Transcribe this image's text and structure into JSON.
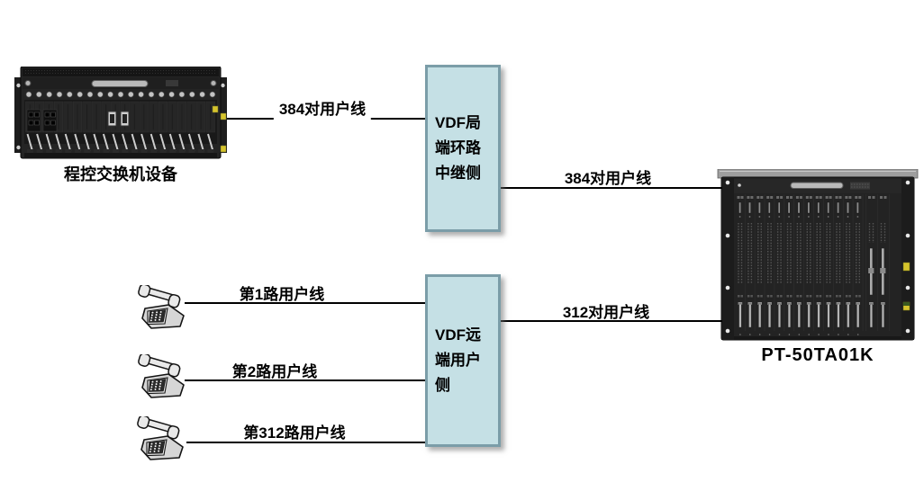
{
  "colors": {
    "wire": "#000000",
    "vdf_box_fill": "#c5e0e5",
    "vdf_box_border": "#7b9da8",
    "label_text": "#000000",
    "yellow_tag": "#d6c42c"
  },
  "devices": {
    "switch": {
      "label": "程控交换机设备"
    },
    "rack": {
      "label": "PT-50TA01K"
    }
  },
  "vdf": {
    "local": {
      "label": "VDF局\n端环路\n中继侧"
    },
    "remote": {
      "label": "VDF远\n端用户\n侧"
    }
  },
  "links": {
    "switch_to_local": {
      "label": "384对用户线"
    },
    "local_to_rack": {
      "label": "384对用户线"
    },
    "remote_to_rack": {
      "label": "312对用户线"
    },
    "line1": {
      "label": "第1路用户线"
    },
    "line2": {
      "label": "第2路用户线"
    },
    "line312": {
      "label": "第312路用户线"
    }
  },
  "icons": {
    "telephone-icon": "clipart angled desk telephone (svg shape)",
    "switch-chassis-icon": "rack-mount program-controlled switch chassis (svg shape)",
    "rack-chassis-icon": "PT-50TA01K card shelf chassis (svg shape)"
  }
}
